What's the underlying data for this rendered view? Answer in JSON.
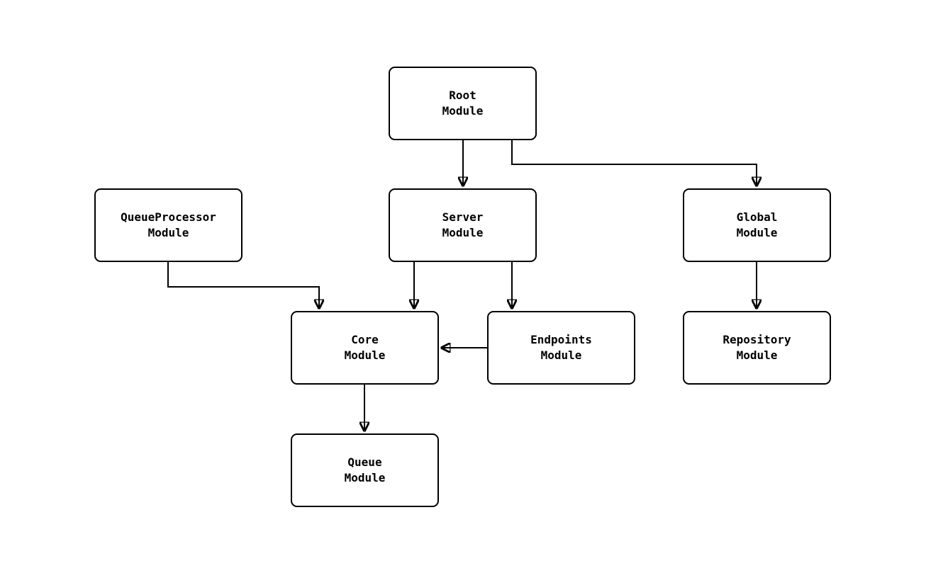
{
  "diagram": {
    "type": "module-dependency-graph",
    "nodes": {
      "root": {
        "label": "Root\nModule"
      },
      "server": {
        "label": "Server\nModule"
      },
      "global": {
        "label": "Global\nModule"
      },
      "queue_processor": {
        "label": "QueueProcessor\nModule"
      },
      "core": {
        "label": "Core\nModule"
      },
      "endpoints": {
        "label": "Endpoints\nModule"
      },
      "repository": {
        "label": "Repository\nModule"
      },
      "queue": {
        "label": "Queue\nModule"
      }
    },
    "edges": [
      {
        "from": "Root Module",
        "to": "Server Module"
      },
      {
        "from": "Root Module",
        "to": "Global Module"
      },
      {
        "from": "QueueProcessor Module",
        "to": "Core Module"
      },
      {
        "from": "Server Module",
        "to": "Core Module"
      },
      {
        "from": "Server Module",
        "to": "Endpoints Module"
      },
      {
        "from": "Endpoints Module",
        "to": "Core Module"
      },
      {
        "from": "Global Module",
        "to": "Repository Module"
      },
      {
        "from": "Core Module",
        "to": "Queue Module"
      }
    ],
    "colors": {
      "background": "#ffffff",
      "node_fill": "#ffffff",
      "node_border": "#000000",
      "edge": "#000000",
      "text": "#000000"
    }
  }
}
